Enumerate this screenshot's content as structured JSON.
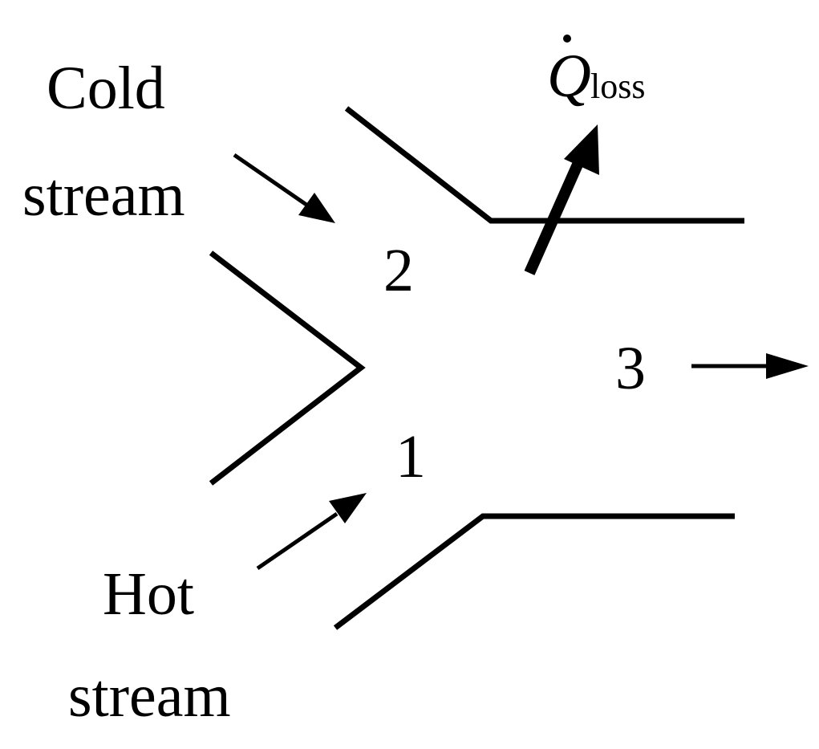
{
  "labels": {
    "cold_line1": "Cold",
    "cold_line2": "stream",
    "hot_line1": "Hot",
    "hot_line2": "stream",
    "state_1": "1",
    "state_2": "2",
    "state_3": "3",
    "heat_symbol": "Q",
    "heat_subscript": "loss"
  },
  "colors": {
    "line": "#000000",
    "background": "#ffffff"
  }
}
